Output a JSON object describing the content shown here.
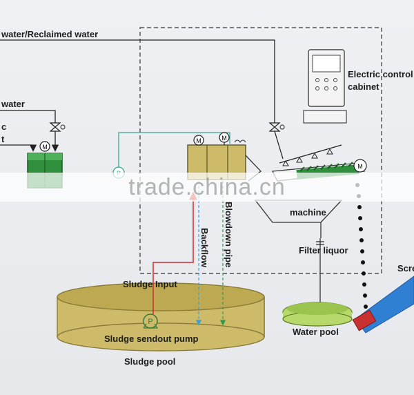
{
  "labels": {
    "reclaimed_water": "water/Reclaimed water",
    "water_left": "water",
    "partial_c": "c",
    "partial_t": "t",
    "electric_line1": "Electric control",
    "electric_line2": "cabinet",
    "machine": "machine",
    "filter_liquor": "Filter liquor",
    "backflow": "Backflow",
    "blowdown_pipe": "Blowdown pipe",
    "sludge_input": "Sludge Input",
    "sludge_sendout_pump": "Sludge sendout pump",
    "sludge_pool": "Sludge pool",
    "water_pool": "Water pool",
    "screw_partial": "Scre"
  },
  "symbols": {
    "motor": "M",
    "pump": "P"
  },
  "watermark": "trade.china.cn",
  "colors": {
    "sludge_fill": "#cdbb6a",
    "sludge_edge": "#8a7a38",
    "tank_green": "#2f8f3c",
    "water_pool": "#b7d86a",
    "sludge_line": "#d12b2b",
    "backflow_line": "#3aa0d8",
    "blowdown_line": "#2e9a4c",
    "teal_line": "#3aa58f",
    "screw_blue": "#2f7fd2"
  }
}
